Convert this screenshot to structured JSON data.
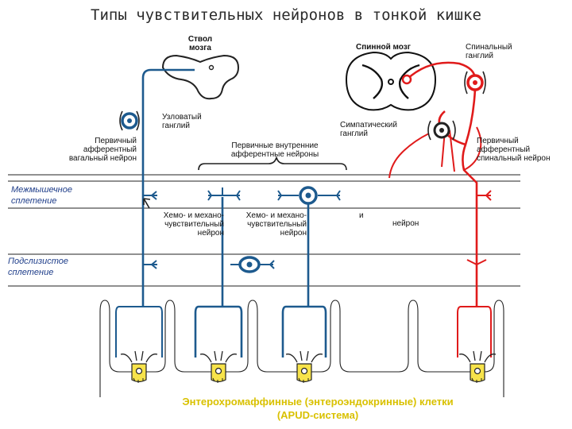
{
  "title": "Типы чувствительных нейронов в тонкой кишке",
  "labels": {
    "brainstem": "Ствол мозга",
    "spinal_cord": "Спинной мозг",
    "spinal_ganglion": "Спинальный ганглий",
    "nodose_ganglion": "Узловатый ганглий",
    "sympathetic_ganglion": "Симпатический ганглий",
    "vagal_neuron": "Первичный афферентный вагальный нейрон",
    "intrinsic_neurons": "Первичные внутренние афферентные нейроны",
    "spinal_neuron": "Первичный афферентный спинальный нейрон",
    "myenteric_plexus": "Межмышечное сплетение",
    "submucosal_plexus": "Подслизистое сплетение",
    "chemo_mechano_1": "Хемо- и механо- чувствительный нейрон",
    "chemo_mechano_2": "Хемо- и механо- чувствительный нейрон",
    "and_word": "и",
    "neuron_word": "нейрон",
    "ec_cells": "Энтерохромаффинные (энтероэндокринные) клетки",
    "apud": "(APUD-система)"
  },
  "colors": {
    "vagal_and_intrinsic_neurons": "#1d5a8e",
    "spinal_neuron": "#e01b1b",
    "ec_cell_fill": "#f7e34a",
    "ec_text": "#d9c100"
  }
}
